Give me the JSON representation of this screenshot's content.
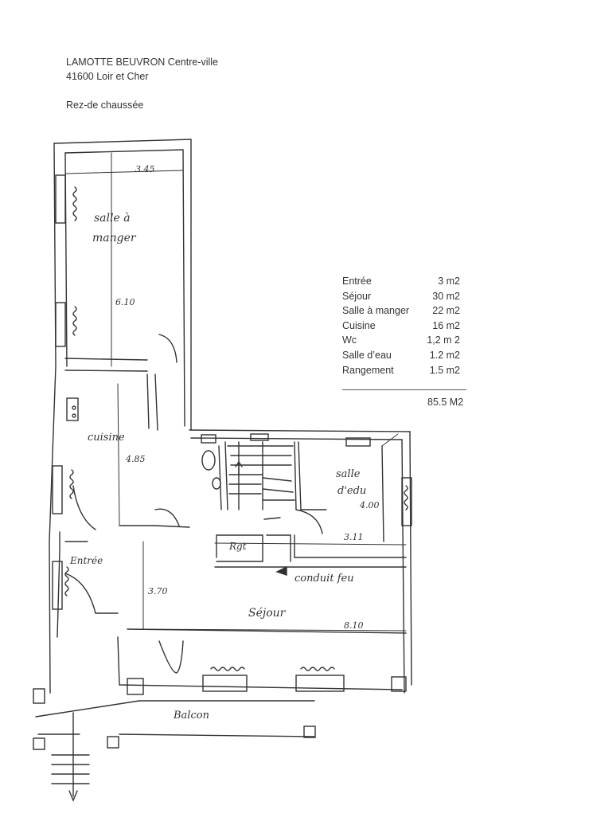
{
  "header": {
    "line1": "LAMOTTE BEUVRON Centre-ville",
    "line2": "41600 Loir et Cher",
    "level": "Rez-de chaussée"
  },
  "areas": [
    {
      "name": "Entrée",
      "value": "3 m2"
    },
    {
      "name": "Séjour",
      "value": "30 m2"
    },
    {
      "name": "Salle à manger",
      "value": "22 m2"
    },
    {
      "name": "Cuisine",
      "value": "16 m2"
    },
    {
      "name": "Wc",
      "value": "1,2 m 2"
    },
    {
      "name": "Salle d’eau",
      "value": "1.2 m2"
    },
    {
      "name": "Rangement",
      "value": "1.5 m2"
    }
  ],
  "total": "85.5 M2",
  "plan_labels": {
    "salle_a_manger_1": "salle à",
    "salle_a_manger_2": "manger",
    "dim_sam_width": "3.45",
    "dim_sam_length": "6.10",
    "cuisine": "cuisine",
    "dim_cuisine": "4.85",
    "entree": "Entrée",
    "dim_entree": "3.70",
    "rgt": "Rgt",
    "salle_eau_1": "salle",
    "salle_eau_2": "d'edu",
    "dim_salle_eau": "4.00",
    "dim_corridor": "3.11",
    "conduit": "conduit feu",
    "sejour": "Séjour",
    "dim_sejour": "8.10",
    "balcon": "Balcon"
  }
}
